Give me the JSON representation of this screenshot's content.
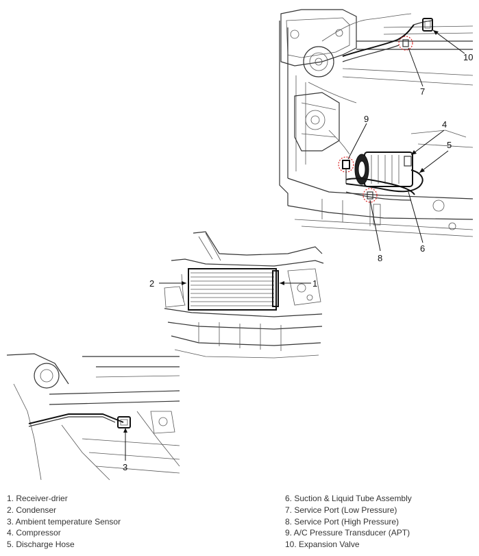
{
  "callouts": [
    "1",
    "2",
    "3",
    "4",
    "5",
    "6",
    "7",
    "8",
    "9",
    "10"
  ],
  "legend_left": [
    "1. Receiver-drier",
    "2. Condenser",
    "3. Ambient temperature Sensor",
    "4. Compressor",
    "5. Discharge Hose"
  ],
  "legend_right": [
    "6. Suction & Liquid Tube Assembly",
    "7. Service Port (Low Pressure)",
    "8. Service Port (High Pressure)",
    "9. A/C Pressure Transducer (APT)",
    "10. Expansion Valve"
  ]
}
